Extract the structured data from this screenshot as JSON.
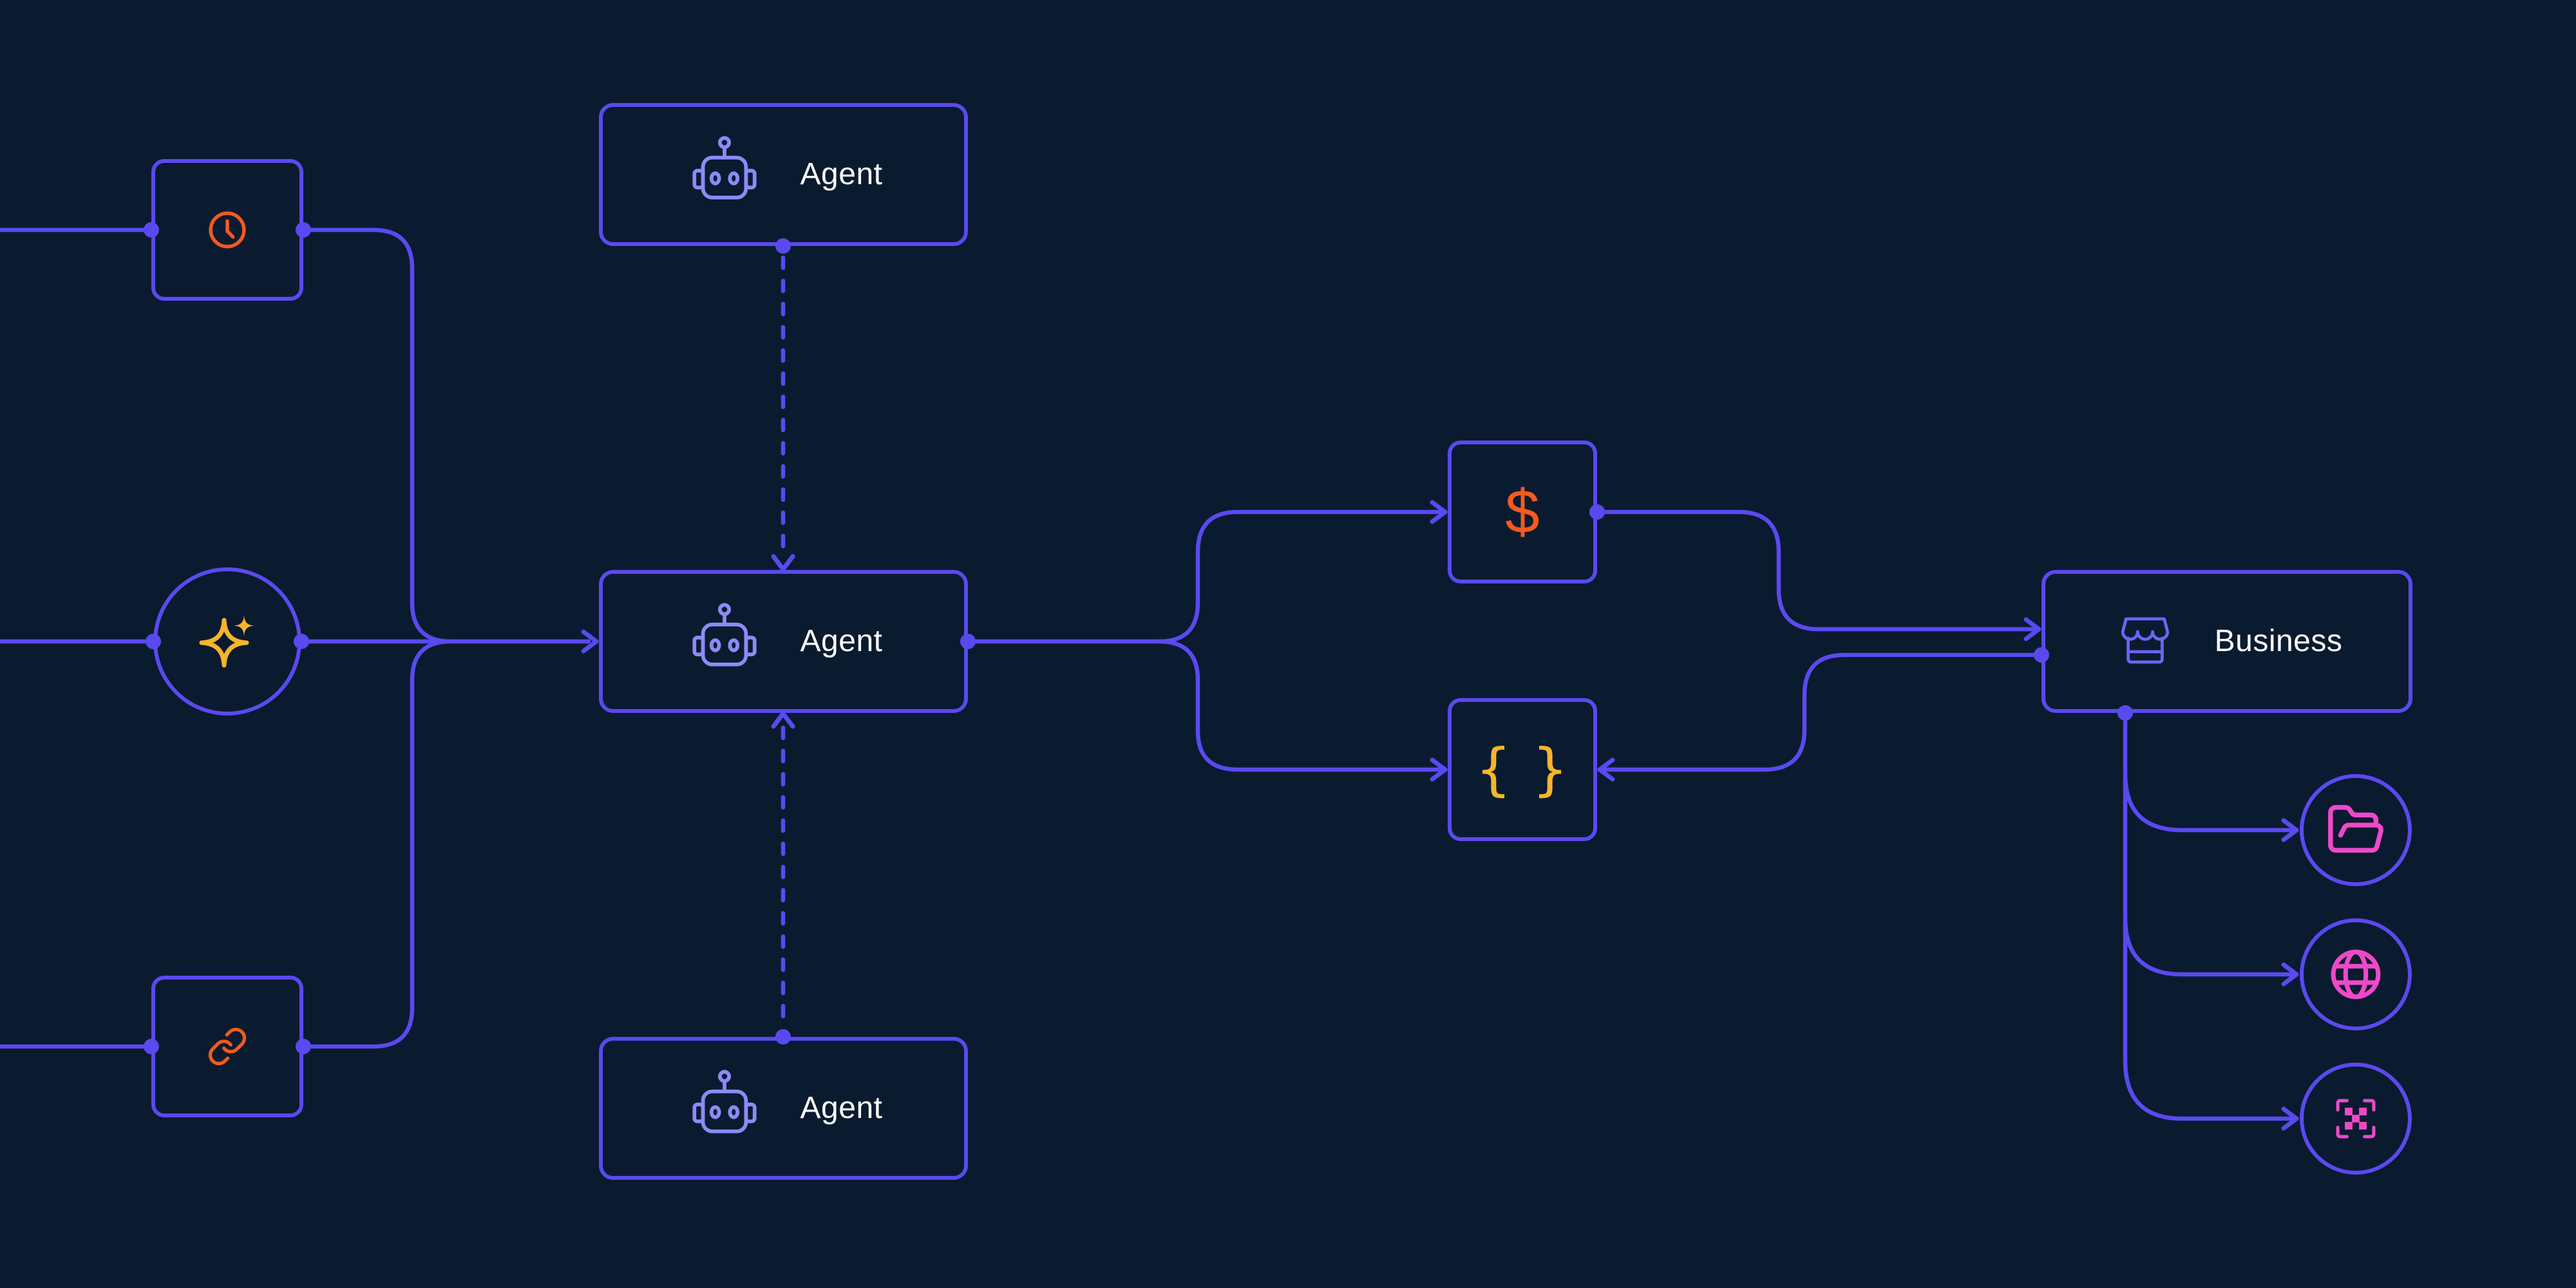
{
  "colors": {
    "bg": "#0A1B2F",
    "line": "#5A49F0",
    "icon-light": "#8D8AF6",
    "store": "#6E63F4",
    "orange": "#F75A1E",
    "amber": "#F8B42C",
    "pink": "#EF49C9",
    "text": "#FFFFFF"
  },
  "nodes": {
    "trigger_clock": {
      "icon": "clock-icon"
    },
    "trigger_sparkle": {
      "icon": "sparkle-icon"
    },
    "trigger_link": {
      "icon": "link-icon"
    },
    "agent_top": {
      "label": "Agent",
      "icon": "robot-icon"
    },
    "agent_center": {
      "label": "Agent",
      "icon": "robot-icon"
    },
    "agent_bottom": {
      "label": "Agent",
      "icon": "robot-icon"
    },
    "tool_dollar": {
      "symbol": "$",
      "icon": "dollar-sign-icon"
    },
    "tool_braces": {
      "symbol": "{ }",
      "icon": "curly-braces-icon"
    },
    "business": {
      "label": "Business",
      "icon": "storefront-icon"
    },
    "dest_folder": {
      "icon": "folder-open-icon"
    },
    "dest_globe": {
      "icon": "globe-icon"
    },
    "dest_qr": {
      "icon": "qr-scan-icon"
    }
  }
}
